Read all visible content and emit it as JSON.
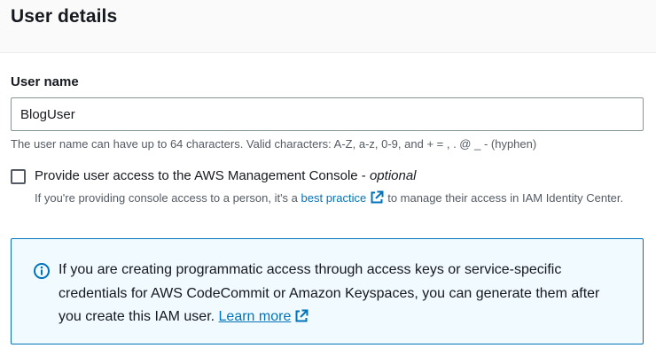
{
  "panel": {
    "title": "User details"
  },
  "user_name": {
    "label": "User name",
    "value": "BlogUser",
    "constraint": "The user name can have up to 64 characters. Valid characters: A-Z, a-z, 0-9, and + = , . @ _ - (hyphen)"
  },
  "console_access": {
    "checked": false,
    "label": "Provide user access to the AWS Management Console - ",
    "optional": "optional",
    "desc_before": "If you're providing console access to a person, it's a ",
    "desc_link": "best practice",
    "desc_after": "to manage their access in IAM Identity Center."
  },
  "alert": {
    "text": "If you are creating programmatic access through access keys or service-specific credentials for AWS CodeCommit or Amazon Keyspaces, you can generate them after you create this IAM user. ",
    "link": "Learn more"
  },
  "colors": {
    "link": "#0073bb",
    "alert_bg": "#f1faff",
    "alert_border": "#0073bb"
  },
  "icons": [
    "info-icon",
    "external-link-icon"
  ]
}
